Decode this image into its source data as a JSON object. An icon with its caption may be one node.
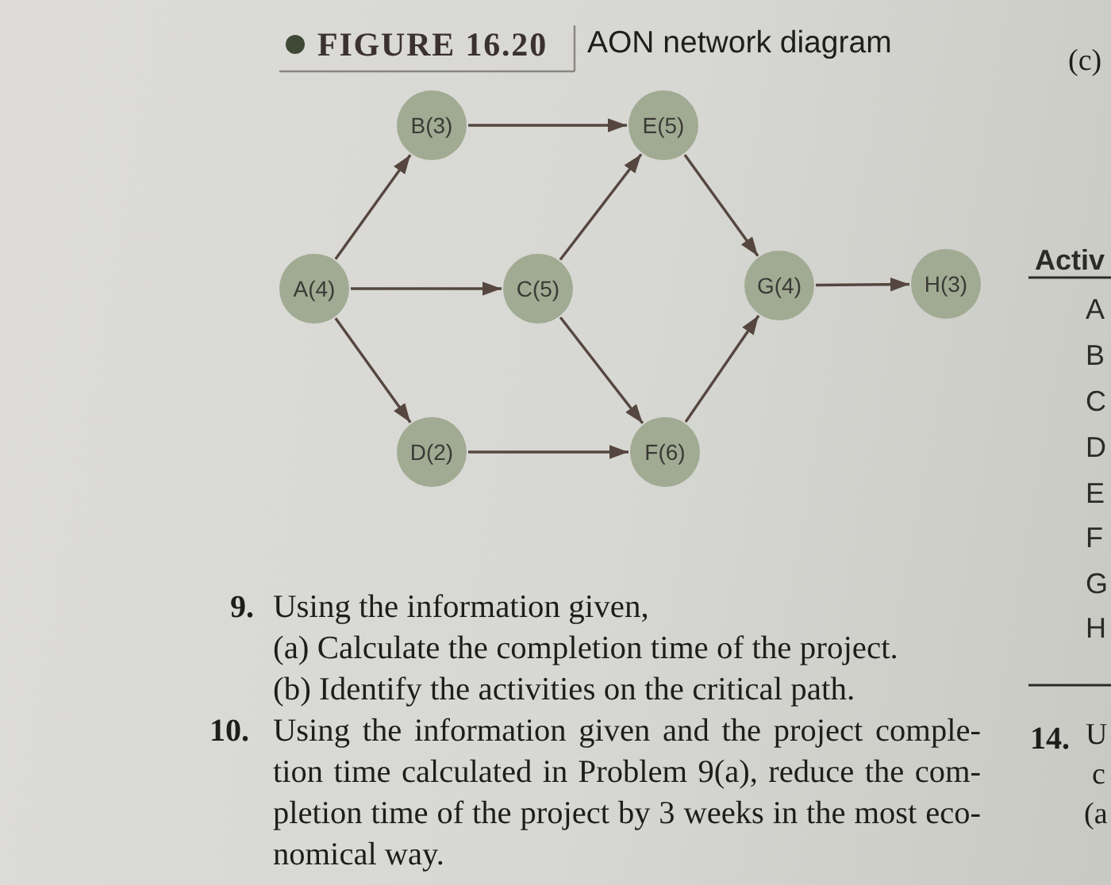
{
  "diagram": {
    "title": "AON network diagram",
    "nodes": [
      {
        "text": [
          "B(3)"
        ]
      },
      {
        "text": [
          "E(5)"
        ]
      },
      {
        "text": [
          "A(4)"
        ]
      },
      {
        "text": [
          "C(5)"
        ]
      },
      {
        "text": [
          "G(4)"
        ]
      },
      {
        "text": [
          "H(3)"
        ]
      },
      {
        "text": [
          "D(2)"
        ]
      },
      {
        "text": [
          "F(6)"
        ]
      }
    ],
    "edges": [
      {
        "from": 2,
        "to": 0,
        "arrow": "to"
      },
      {
        "from": 2,
        "to": 3,
        "arrow": "to"
      },
      {
        "from": 2,
        "to": 6,
        "arrow": "to"
      },
      {
        "from": 0,
        "to": 1,
        "arrow": "to"
      },
      {
        "from": 3,
        "to": 1,
        "arrow": "to"
      },
      {
        "from": 3,
        "to": 7,
        "arrow": "to"
      },
      {
        "from": 6,
        "to": 7,
        "arrow": "to"
      },
      {
        "from": 1,
        "to": 4,
        "arrow": "to"
      },
      {
        "from": 7,
        "to": 4,
        "arrow": "to"
      },
      {
        "from": 4,
        "to": 5,
        "arrow": "to"
      }
    ],
    "labels": [
      "FIGURE 16.20",
      "9.",
      "Using the information given,",
      "(a) Calculate the completion time of the project.",
      "(b) Identify the activities on the critical path.",
      "10.",
      "Using the information given and the project comple- tion time calculated in Problem 9(a), reduce the com- pletion time of the project by 3 weeks in the most eco- nomical way.",
      "(c)",
      "Activ",
      "A",
      "B",
      "C",
      "D",
      "E",
      "F",
      "G",
      "H",
      "14.",
      "U",
      "c",
      "(a"
    ]
  }
}
